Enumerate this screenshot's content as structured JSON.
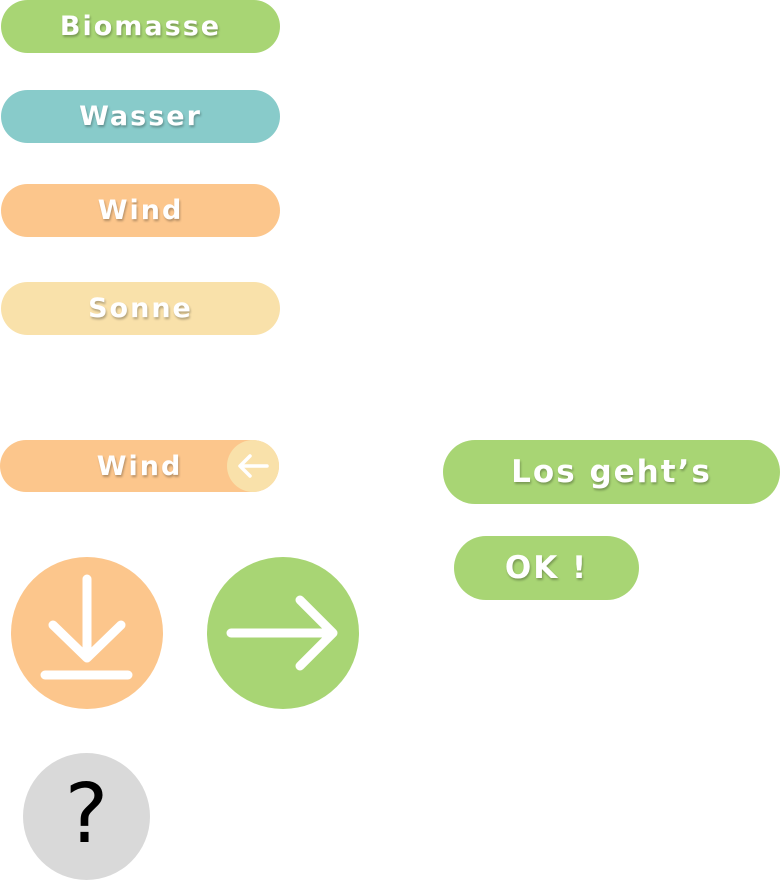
{
  "categories": {
    "biomasse": "Biomasse",
    "wasser": "Wasser",
    "wind": "Wind",
    "sonne": "Sonne"
  },
  "wind_back_button": {
    "label": "Wind",
    "icon": "arrow-left-icon"
  },
  "actions": {
    "start_label": "Los geht’s",
    "ok_label": "OK !"
  },
  "icon_buttons": {
    "download": "download-icon",
    "next": "arrow-right-icon",
    "help": "question-mark-icon",
    "help_glyph": "?"
  },
  "colors": {
    "green": "#a8d574",
    "teal": "#88cbca",
    "orange": "#fcc68c",
    "yellow": "#f9e1aa",
    "gray": "#d9d9d9"
  }
}
